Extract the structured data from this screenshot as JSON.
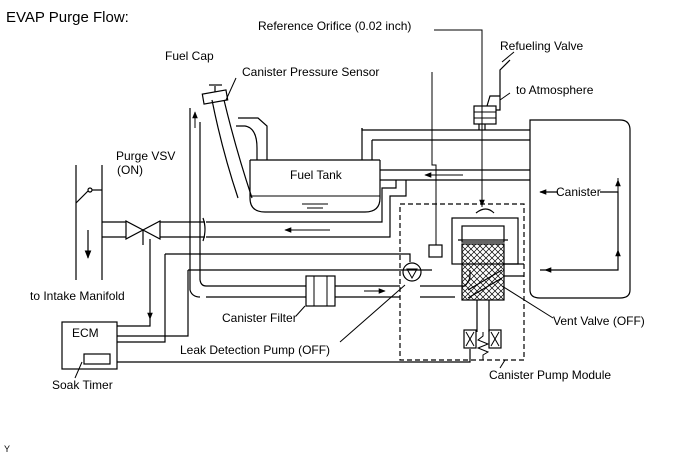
{
  "diagram": {
    "title": "EVAP Purge Flow:",
    "labels": {
      "reference_orifice": "Reference Orifice (0.02 inch)",
      "refueling_valve": "Refueling Valve",
      "fuel_cap": "Fuel Cap",
      "canister_pressure_sensor": "Canister Pressure Sensor",
      "to_atmosphere": "to Atmosphere",
      "purge_vsv": "Purge VSV",
      "purge_vsv_state": "(ON)",
      "fuel_tank": "Fuel Tank",
      "canister": "Canister",
      "to_intake_manifold": "to Intake Manifold",
      "ecm": "ECM",
      "canister_filter": "Canister Filter",
      "vent_valve": "Vent Valve (OFF)",
      "leak_detection_pump": "Leak Detection Pump (OFF)",
      "soak_timer": "Soak Timer",
      "canister_pump_module": "Canister Pump Module",
      "corner_mark": "Y"
    },
    "colors": {
      "line": "#000000",
      "background": "#ffffff"
    }
  }
}
